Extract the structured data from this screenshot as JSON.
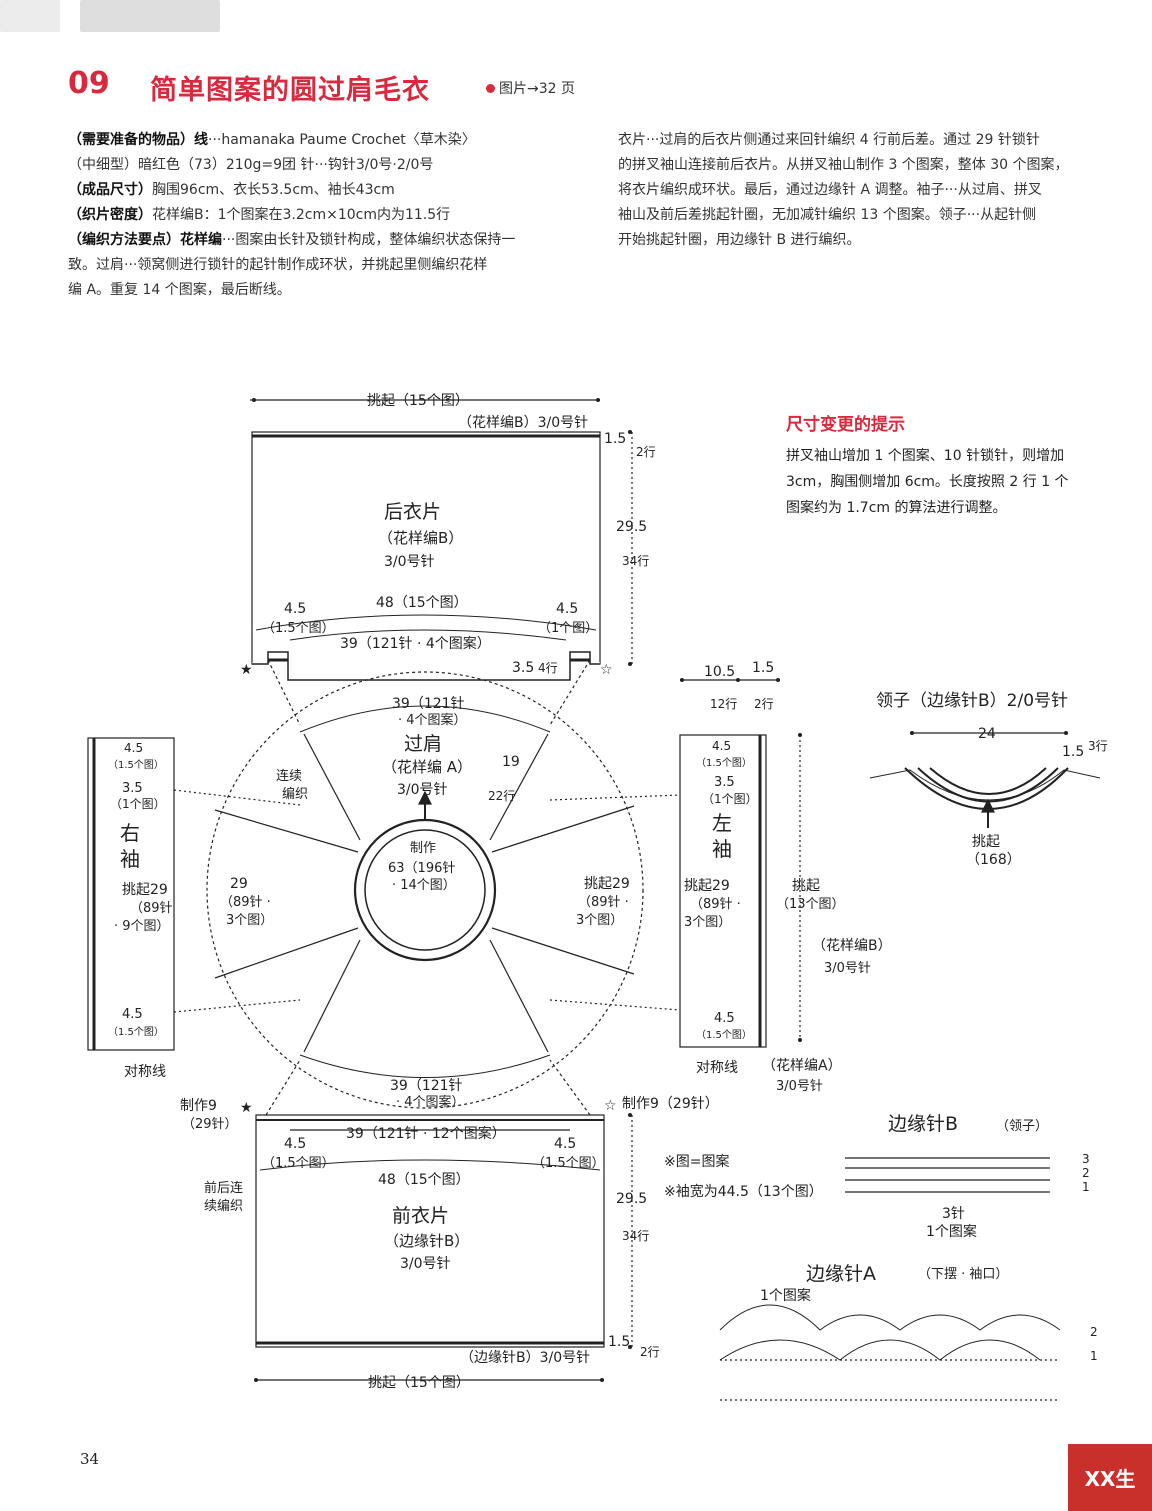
{
  "header": {
    "number": "09",
    "title": "简单图案的圆过肩毛衣",
    "ref": "图片→32 页"
  },
  "left_text": [
    {
      "b": "（需要准备的物品）线",
      "t": "···hamanaka Paume Crochet〈草木染〉"
    },
    {
      "b": "",
      "t": "（中细型）暗红色（73）210g=9团  针···钩针3/0号·2/0号"
    },
    {
      "b": "（成品尺寸）",
      "t": "胸围96cm、衣长53.5cm、袖长43cm"
    },
    {
      "b": "（织片密度）",
      "t": "花样编B：1个图案在3.2cm×10cm内为11.5行"
    },
    {
      "b": "（编织方法要点）花样编",
      "t": "···图案由长针及锁针构成，整体编织状态保持一"
    },
    {
      "b": "",
      "t": "致。过肩···领窝侧进行锁针的起针制作成环状，并挑起里侧编织花样"
    },
    {
      "b": "",
      "t": "编 A。重复 14 个图案，最后断线。"
    }
  ],
  "right_text": [
    "衣片···过肩的后衣片侧通过来回针编织 4 行前后差。通过 29 针锁针",
    "的拼叉袖山连接前后衣片。从拼叉袖山制作 3 个图案，整体 30 个图案，",
    "将衣片编织成环状。最后，通过边缘针 A 调整。袖子···从过肩、拼叉",
    "袖山及前后差挑起针圈，无加减针编织 13 个图案。领子···从起针侧",
    "开始挑起针圈，用边缘针 B 进行编织。"
  ],
  "tip": {
    "title": "尺寸变更的提示",
    "lines": [
      "拼叉袖山增加 1 个图案、10 针锁针，则增加",
      "3cm，胸围侧增加 6cm。长度按照 2 行 1 个",
      "图案约为 1.7cm 的算法进行调整。"
    ]
  },
  "back": {
    "top_pick": "挑起（15个图）",
    "top_edge": "（花样编B）3/0号针",
    "name": "后衣片",
    "pattern": "（花样编B）",
    "needle": "3/0号针",
    "height_edge": "1.5",
    "height_edge_rows": "2行",
    "height_body": "29.5",
    "height_body_rows": "34行",
    "width": "48（15个图）",
    "side_l": "4.5",
    "side_l_sub": "（1.5个图）",
    "side_r": "4.5",
    "side_r_sub": "（1个图）",
    "inner": "39（121针 · 4个图案）",
    "diff": "3.5",
    "diff_rows": "4行"
  },
  "yoke": {
    "top_count": "39（121针",
    "top_count2": "· 4个图案）",
    "name": "过肩",
    "pattern": "（花样编 A）",
    "needle": "3/0号针",
    "rows": "19",
    "rows2": "22行",
    "continuous": "连续",
    "continuous2": "编织",
    "make": "制作",
    "make_count": "63（196针",
    "make_count2": "· 14个图）",
    "left": "29",
    "left2": "（89针 ·",
    "left3": "3个图）",
    "right": "挑起29",
    "right2": "（89针 ·",
    "right3": "3个图）",
    "bottom_count": "39（121针",
    "bottom_count2": "· 4个图案）"
  },
  "right_sleeve": {
    "name1": "右",
    "name2": "袖",
    "top": "4.5",
    "top_sub": "（1.5个图）",
    "mid": "3.5",
    "mid_sub": "（1个图）",
    "pick": "挑起29",
    "pick2": "（89针",
    "pick3": "· 9个图）",
    "bottom": "4.5",
    "bottom_sub": "（1.5个图）",
    "sym": "对称线"
  },
  "left_sleeve": {
    "name1": "左",
    "name2": "袖",
    "width1": "10.5",
    "width1_rows": "12行",
    "width2": "1.5",
    "width2_rows": "2行",
    "top": "4.5",
    "top_sub": "（1.5个图）",
    "mid": "3.5",
    "mid_sub": "（1个图）",
    "pick": "挑起29",
    "pick2": "（89针 ·",
    "pick3": "3个图）",
    "bottom": "4.5",
    "bottom_sub": "（1.5个图）",
    "sym": "对称线",
    "length_pick": "挑起",
    "length_pick2": "（13个图）",
    "body_pattern": "（花样编B）",
    "body_needle": "3/0号针",
    "cuff_pattern": "（花样编A）",
    "cuff_needle": "3/0号针"
  },
  "front": {
    "make_l": "制作9",
    "make_l2": "（29针）",
    "make_r": "制作9（29针）",
    "inner": "39（121针 · 12个图案）",
    "side_l": "4.5",
    "side_l_sub": "（1.5个图）",
    "side_r": "4.5",
    "side_r_sub": "（1.5个图）",
    "width": "48（15个图）",
    "connect": "前后连",
    "connect2": "续编织",
    "name": "前衣片",
    "pattern": "（边缘针B）",
    "needle": "3/0号针",
    "height_body": "29.5",
    "height_body_rows": "34行",
    "height_edge": "1.5",
    "height_edge_rows": "2行",
    "bottom_edge": "（边缘针B）3/0号针",
    "bottom_pick": "挑起（15个图）"
  },
  "notes": {
    "n1": "※图=图案",
    "n2": "※袖宽为44.5（13个图）"
  },
  "collar": {
    "title": "领子（边缘针B）2/0号针",
    "width": "24",
    "height": "1.5",
    "height_rows": "3行",
    "pick": "挑起",
    "pick2": "（168）"
  },
  "edge_b": {
    "title": "边缘针B",
    "sub": "（领子）",
    "r3": "3",
    "r2": "2",
    "r1": "1",
    "count": "3针",
    "unit": "1个图案"
  },
  "edge_a": {
    "title": "边缘针A",
    "sub": "（下摆 · 袖口）",
    "unit": "1个图案",
    "r2": "2",
    "r1": "1"
  },
  "page_number": "34",
  "watermark": "XX生"
}
